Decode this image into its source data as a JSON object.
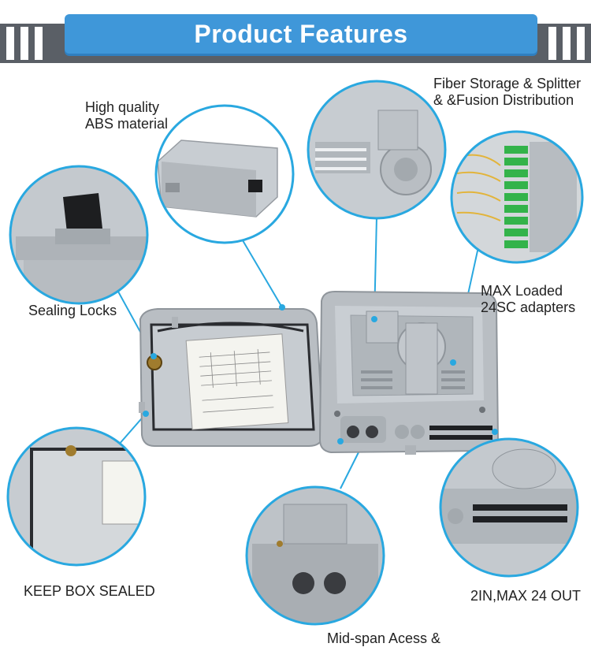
{
  "banner": {
    "title": "Product Features"
  },
  "features": {
    "abs_material": "High quality\nABS material",
    "fiber_storage": "Fiber Storage & Splitter\n& &Fusion Distribution",
    "sealing_locks": "Sealing Locks",
    "max_loaded": "MAX Loaded\n24SC adapters",
    "keep_sealed": "KEEP BOX SEALED",
    "in_out": "2IN,MAX 24 OUT",
    "mid_span": "Mid-span Acess &"
  },
  "colors": {
    "accent": "#3f97d9",
    "ring": "#29a8e0",
    "bar": "#5a5f66",
    "box": "#b9bec3"
  }
}
